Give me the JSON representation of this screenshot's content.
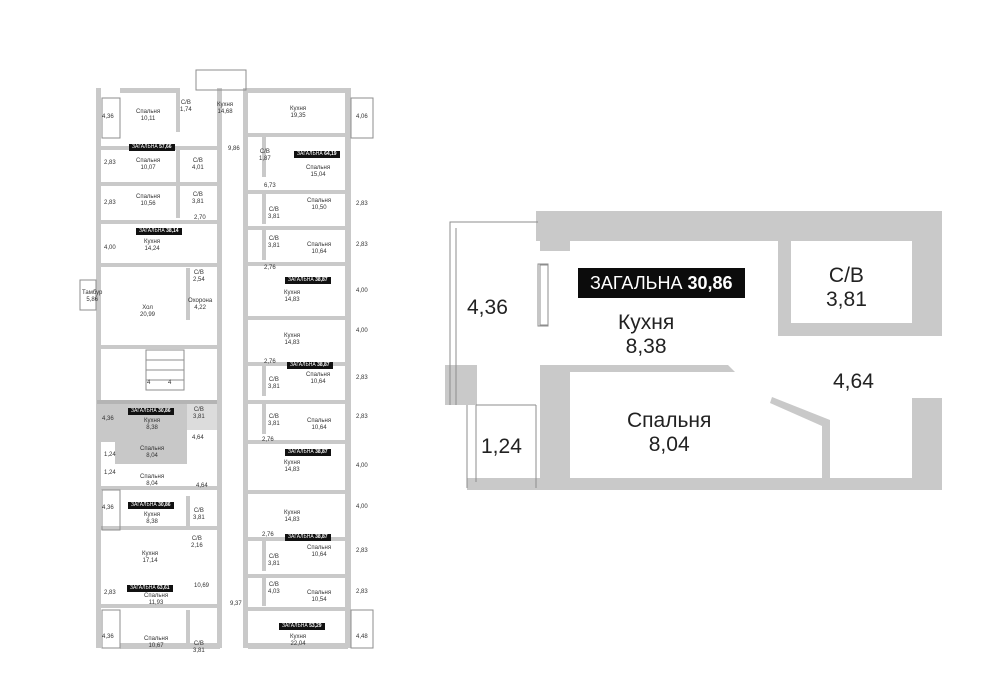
{
  "floor": {
    "rooms": [
      {
        "label": "Спальня",
        "area": "10,11"
      },
      {
        "label": "С/В",
        "area": "1,74"
      },
      {
        "label": "Кухня",
        "area": "14,68"
      },
      {
        "label": "Кухня",
        "area": "19,35"
      },
      {
        "label": "Спальня",
        "area": "10,07"
      },
      {
        "label": "С/В",
        "area": "4,01"
      },
      {
        "label": "С/В",
        "area": "1,87"
      },
      {
        "label": "Спальня",
        "area": "15,04"
      },
      {
        "label": "Спальня",
        "area": "10,56"
      },
      {
        "label": "С/В",
        "area": "3,81"
      },
      {
        "label": "С/В",
        "area": "3,81"
      },
      {
        "label": "Спальня",
        "area": "10,50"
      },
      {
        "label": "Кухня",
        "area": "14,24"
      },
      {
        "label": "С/В",
        "area": "3,81"
      },
      {
        "label": "Спальня",
        "area": "10,64"
      },
      {
        "label": "С/В",
        "area": "2,54"
      },
      {
        "label": "Кухня",
        "area": "14,83"
      },
      {
        "label": "Тамбур",
        "area": "5,86"
      },
      {
        "label": "Хол",
        "area": "20,99"
      },
      {
        "label": "Охорона",
        "area": "4,22"
      },
      {
        "label": "Кухня",
        "area": "14,83"
      },
      {
        "label": "С/В",
        "area": "3,81"
      },
      {
        "label": "Спальня",
        "area": "10,64"
      },
      {
        "label": "Кухня",
        "area": "8,38"
      },
      {
        "label": "С/В",
        "area": "3,81"
      },
      {
        "label": "С/В",
        "area": "3,81"
      },
      {
        "label": "Спальня",
        "area": "10,64"
      },
      {
        "label": "Спальня",
        "area": "8,04"
      },
      {
        "label": "Кухня",
        "area": "14,83"
      },
      {
        "label": "Спальня",
        "area": "8,04"
      },
      {
        "label": "Кухня",
        "area": "8,38"
      },
      {
        "label": "С/В",
        "area": "3,81"
      },
      {
        "label": "Кухня",
        "area": "14,83"
      },
      {
        "label": "С/В",
        "area": "2,16"
      },
      {
        "label": "Кухня",
        "area": "17,14"
      },
      {
        "label": "Спальня",
        "area": "10,64"
      },
      {
        "label": "С/В",
        "area": "3,81"
      },
      {
        "label": "Спальня",
        "area": "11,93"
      },
      {
        "label": "С/В",
        "area": "4,03"
      },
      {
        "label": "Спальня",
        "area": "10,54"
      },
      {
        "label": "Кухня",
        "area": "22,04"
      },
      {
        "label": "Спальня",
        "area": "10,67"
      },
      {
        "label": "С/В",
        "area": "3,81"
      }
    ],
    "dims": [
      "4,36",
      "4,06",
      "2,83",
      "9,86",
      "6,73",
      "2,83",
      "2,83",
      "2,70",
      "4,00",
      "2,83",
      "2,76",
      "4,00",
      "4,00",
      "2,76",
      "2,83",
      "4,36",
      "2,83",
      "1,24",
      "4,64",
      "2,76",
      "4,00",
      "1,24",
      "4,64",
      "4,36",
      "4,00",
      "2,76",
      "2,83",
      "10,69",
      "2,83",
      "9,37",
      "2,83",
      "4,36",
      "4,48"
    ],
    "totals": [
      {
        "prefix": "ЗАГАЛЬНА",
        "value": "57,66"
      },
      {
        "prefix": "ЗАГАЛЬНА",
        "value": "64,19"
      },
      {
        "prefix": "ЗАГАЛЬНА",
        "value": "38,14"
      },
      {
        "prefix": "ЗАГАЛЬНА",
        "value": "38,87"
      },
      {
        "prefix": "ЗАГАЛЬНА",
        "value": "38,87"
      },
      {
        "prefix": "ЗАГАЛЬНА",
        "value": "30,86"
      },
      {
        "prefix": "ЗАГАЛЬНА",
        "value": "38,87"
      },
      {
        "prefix": "ЗАГАЛЬНА",
        "value": "30,86"
      },
      {
        "prefix": "ЗАГАЛЬНА",
        "value": "38,87"
      },
      {
        "prefix": "ЗАГАЛЬНА",
        "value": "63,61"
      },
      {
        "prefix": "ЗАГАЛЬНА",
        "value": "53,29"
      }
    ],
    "stair_marks": [
      "4",
      "4"
    ],
    "highlight_color": "#c8c8c8"
  },
  "apartment": {
    "total": {
      "prefix": "ЗАГАЛЬНА",
      "value": "30,86"
    },
    "kitchen": {
      "label": "Кухня",
      "area": "8,38"
    },
    "bathroom": {
      "label": "С/В",
      "area": "3,81"
    },
    "bedroom": {
      "label": "Спальня",
      "area": "8,04"
    },
    "balcony_area": "4,36",
    "loggia_area": "1,24",
    "corridor_area": "4,64"
  },
  "colors": {
    "wall": "#c9c9c9",
    "badge": "#0c0c0c",
    "text": "#222222"
  }
}
